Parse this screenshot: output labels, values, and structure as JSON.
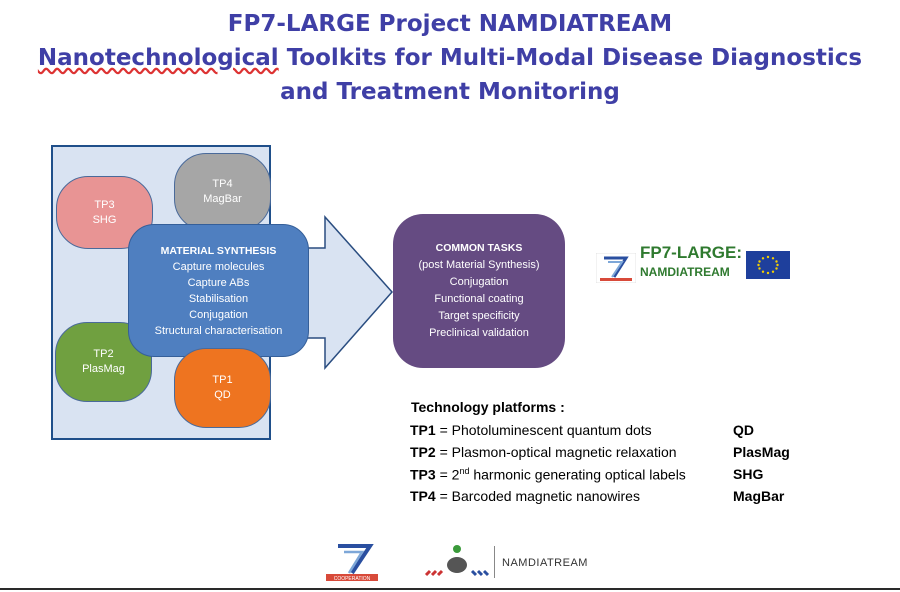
{
  "title": {
    "line1": "FP7-LARGE Project NAMDIATREAM",
    "line2_a": "Nanotechnological",
    "line2_b": " Toolkits for Multi-Modal Disease Diagnostics",
    "line3": "and Treatment Monitoring"
  },
  "blobs": {
    "tp3": {
      "name": "TP3",
      "sub": "SHG"
    },
    "tp4": {
      "name": "TP4",
      "sub": "MagBar"
    },
    "tp2": {
      "name": "TP2",
      "sub": "PlasMag"
    },
    "tp1": {
      "name": "TP1",
      "sub": "QD"
    }
  },
  "material_synthesis": {
    "heading": "MATERIAL SYNTHESIS",
    "items": [
      "Capture molecules",
      "Capture ABs",
      "Stabilisation",
      "Conjugation",
      "Structural characterisation"
    ]
  },
  "common_tasks": {
    "heading": "COMMON TASKS",
    "items": [
      "(post Material Synthesis)",
      "Conjugation",
      "Functional coating",
      "Target specificity",
      "Preclinical validation"
    ]
  },
  "fp7_badge": {
    "line1": "FP7-LARGE:",
    "line2": "NAMDIATREAM"
  },
  "technology_platforms": {
    "heading": "Technology platforms :",
    "rows": [
      {
        "code": "TP1",
        "desc": " = Photoluminescent quantum dots",
        "abbr": "QD"
      },
      {
        "code": "TP2",
        "desc": " = Plasmon-optical magnetic relaxation",
        "abbr": "PlasMag"
      },
      {
        "code": "TP3",
        "desc_a": " = 2",
        "sup": "nd",
        "desc_b": " harmonic generating optical labels",
        "abbr": "SHG"
      },
      {
        "code": "TP4",
        "desc": " = Barcoded magnetic nanowires",
        "abbr": "MagBar"
      }
    ]
  },
  "footer": {
    "cooperation": "COOPERATION",
    "namdiatream": "NAMDIATREAM"
  },
  "colors": {
    "title": "#3f3fa6",
    "panel": "#d9e3f2",
    "tp3": "#e89494",
    "tp4": "#a6a6a6",
    "tp2": "#70a040",
    "tp1": "#ee7420",
    "material": "#4f7fc0",
    "common": "#654b82",
    "fp7_green": "#2f7a2f"
  }
}
